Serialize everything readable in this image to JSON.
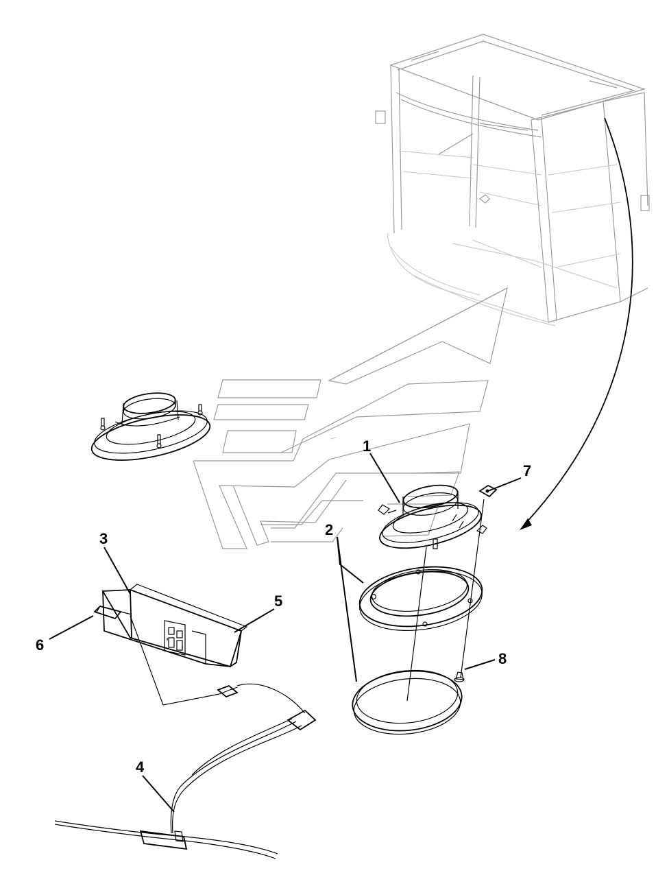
{
  "callouts": [
    {
      "id": "1",
      "text": "1"
    },
    {
      "id": "2",
      "text": "2"
    },
    {
      "id": "3",
      "text": "3"
    },
    {
      "id": "4",
      "text": "4"
    },
    {
      "id": "5",
      "text": "5"
    },
    {
      "id": "6",
      "text": "6"
    },
    {
      "id": "7",
      "text": "7"
    },
    {
      "id": "8",
      "text": "8"
    }
  ],
  "colors": {
    "line": "#000000",
    "ghost": "#9a9a9a",
    "background": "#ffffff"
  }
}
